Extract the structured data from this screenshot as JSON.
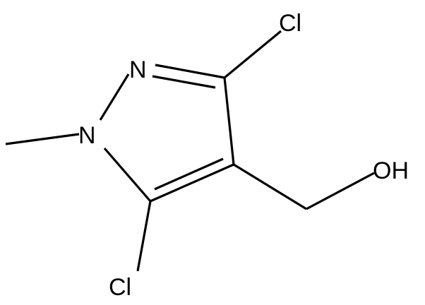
{
  "molecule": {
    "atoms": {
      "cl_top": "Cl",
      "n2": "N",
      "n1": "N",
      "oh": "OH",
      "cl_bottom": "Cl"
    },
    "bond_color": "#000000"
  }
}
